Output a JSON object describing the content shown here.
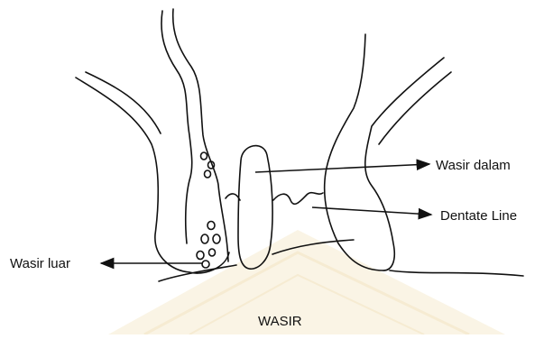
{
  "diagram": {
    "title": "WASIR",
    "labels": {
      "internal": "Wasir dalam",
      "dentate": "Dentate Line",
      "external": "Wasir luar"
    },
    "colors": {
      "ink": "#111111",
      "watermark": "#f3e7c0"
    }
  }
}
